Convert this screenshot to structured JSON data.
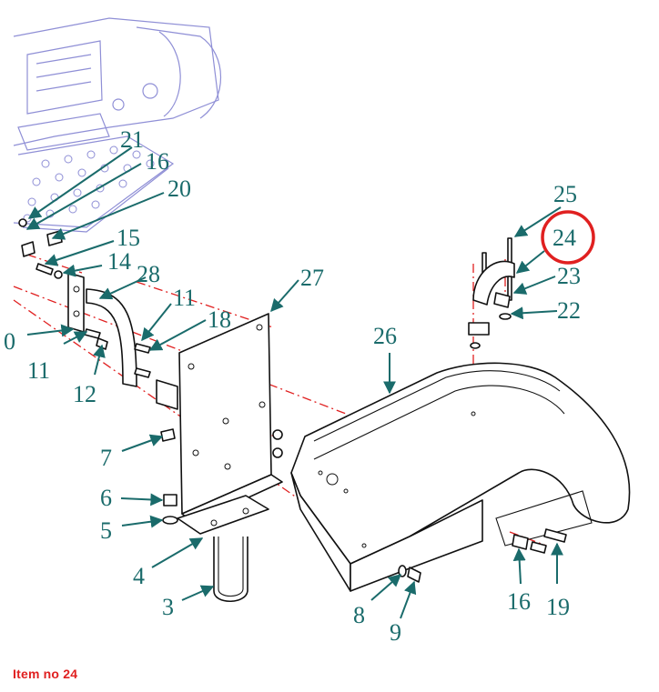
{
  "callouts": [
    "3",
    "4",
    "5",
    "6",
    "7",
    "8",
    "9",
    "11",
    "11",
    "12",
    "14",
    "15",
    "16",
    "16",
    "18",
    "19",
    "20",
    "21",
    "22",
    "23",
    "24",
    "25",
    "26",
    "27",
    "28",
    "0"
  ],
  "highlighted_item": "24",
  "caption": "Item no 24",
  "colors": {
    "callout": "#1a6b6b",
    "highlight": "#e02020",
    "ghost_outline": "#8f8fd6"
  }
}
